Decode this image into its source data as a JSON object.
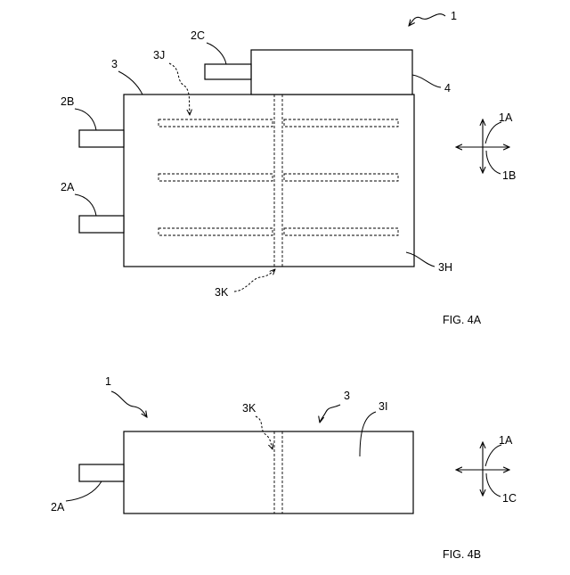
{
  "fig_a": {
    "caption": "FIG. 4A",
    "labels": {
      "device": "1",
      "terminal_c": "2C",
      "body": "3",
      "slit": "3J",
      "cover": "4",
      "terminal_b": "2B",
      "terminal_a": "2A",
      "surface": "3H",
      "seam": "3K",
      "dir_1": "1A",
      "dir_2": "1B"
    }
  },
  "fig_b": {
    "caption": "FIG. 4B",
    "labels": {
      "device": "1",
      "seam": "3K",
      "body": "3",
      "side": "3I",
      "terminal_a": "2A",
      "dir_1": "1A",
      "dir_2": "1C"
    }
  }
}
